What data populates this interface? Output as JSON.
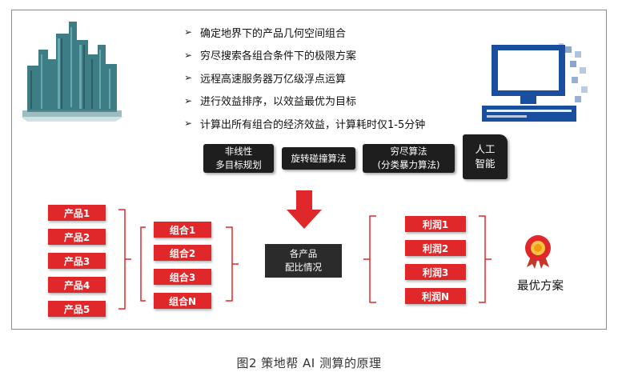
{
  "bullets": [
    "确定地界下的产品几何空间组合",
    "穷尽搜索各组合条件下的极限方案",
    "远程高速服务器万亿级浮点运算",
    "进行效益排序，以效益最优为目标",
    "计算出所有组合的经济效益，计算耗时仅1-5分钟"
  ],
  "bullet_marker": "➢",
  "algorithms": [
    {
      "line1": "非线性",
      "line2": "多目标规划"
    },
    {
      "line1": "旋转碰撞算法",
      "line2": ""
    },
    {
      "line1": "穷尽算法",
      "line2": "(分类暴力算法)"
    },
    {
      "line1": "人工",
      "line2": "智能"
    }
  ],
  "products": [
    "产品1",
    "产品2",
    "产品3",
    "产品4",
    "产品5"
  ],
  "combos": [
    "组合1",
    "组合2",
    "组合3",
    "组合N"
  ],
  "compare": {
    "line1": "各产品",
    "line2": "配比情况"
  },
  "profits": [
    "利润1",
    "利润2",
    "利润3",
    "利润N"
  ],
  "best_plan": "最优方案",
  "caption": "图2  策地帮 AI 测算的原理",
  "colors": {
    "accent_red": "#e0282a",
    "dark_box": "#1e1e1e",
    "blue": "#1a4fa0",
    "teal_city": "#3e7f86"
  },
  "icons": [
    "city-skyline-icon",
    "computer-icon",
    "down-arrow-icon",
    "medal-icon"
  ]
}
